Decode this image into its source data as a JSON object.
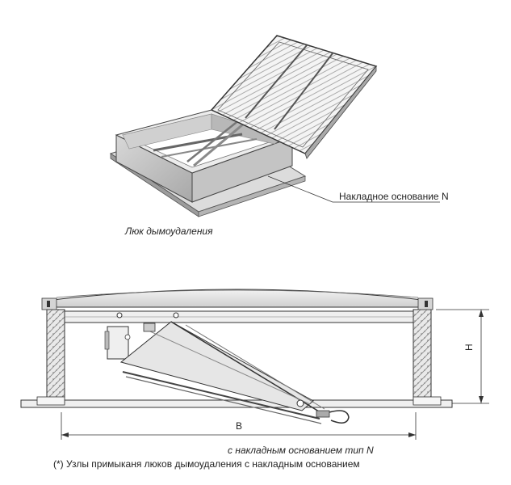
{
  "labels": {
    "callout": "Накладное основание N",
    "caption_top": "Люк дымоудаления",
    "dim_height": "H",
    "dim_width": "B",
    "caption_bottom": "с накладным основанием тип N",
    "footnote": "(*) Узлы примыканя люков дымоудаления с накладным основанием"
  }
}
